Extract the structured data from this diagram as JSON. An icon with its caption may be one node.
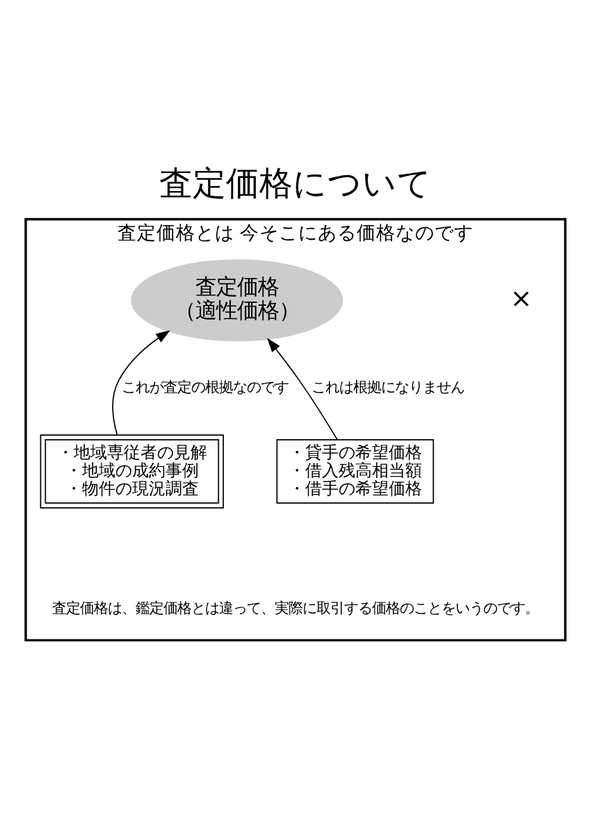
{
  "diagram": {
    "title": "査定価格について",
    "nodes": [
      {
        "text": [
          "査定価格とは 今そこにある価格なのです"
        ]
      },
      {
        "text": [
          "査定価格",
          "（適性価格）"
        ],
        "in": 0
      },
      {
        "text": [
          "・地域専従者の見解",
          "・地域の成約事例",
          "・物件の現況調査"
        ],
        "in": 0
      },
      {
        "text": [
          "・貸手の希望価格",
          "・借入残高相当額",
          "・借手の希望価格"
        ],
        "in": 0
      }
    ],
    "edges": [
      {
        "from": 2,
        "to": 1,
        "arrow": "to",
        "label": "これが査定の根拠なのです"
      },
      {
        "from": 3,
        "to": 1,
        "arrow": "to",
        "label": "これは根拠になりません"
      }
    ],
    "labels": [
      "×",
      "査定価格は、鑑定価格とは違って、実際に取引する価格のことをいうのです。"
    ]
  }
}
